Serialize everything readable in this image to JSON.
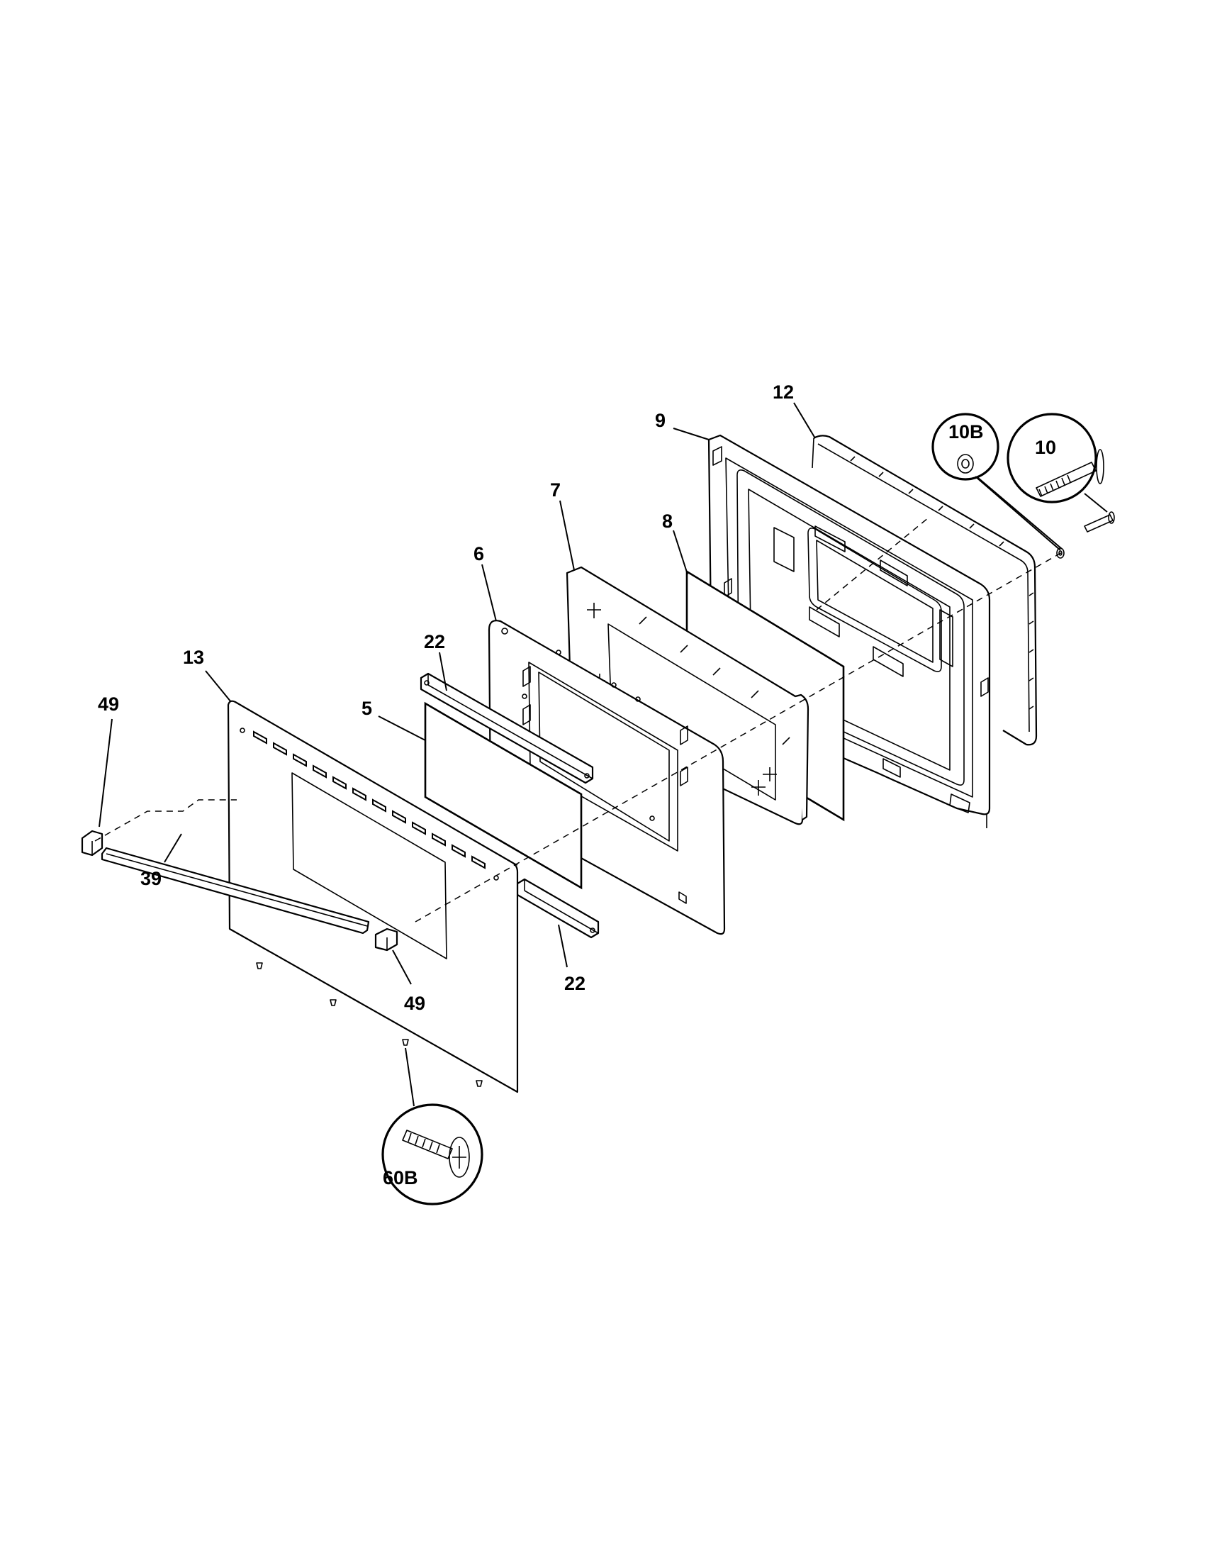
{
  "callouts": {
    "c12": "12",
    "c9": "9",
    "c10b": "10B",
    "c10": "10",
    "c7": "7",
    "c8": "8",
    "c6": "6",
    "c22_top": "22",
    "c13": "13",
    "c5": "5",
    "c49_left": "49",
    "c39": "39",
    "c49_bottom": "49",
    "c22_bottom": "22",
    "c60b": "60B"
  }
}
